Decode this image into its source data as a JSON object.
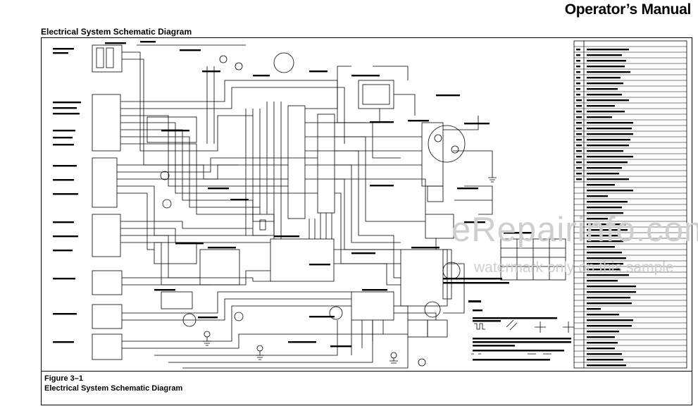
{
  "header": {
    "title": "Operator’s Manual"
  },
  "subtitle": "Electrical System Schematic Diagram",
  "figure": {
    "number": "Figure 3–1",
    "caption": "Electrical System Schematic Diagram"
  },
  "watermark": {
    "line1": "eRepairinfo.com",
    "line2": "watermark only on this sample"
  },
  "colors": {
    "ink": "#000000",
    "watermark": "#cfcfcf",
    "background": "#ffffff"
  }
}
